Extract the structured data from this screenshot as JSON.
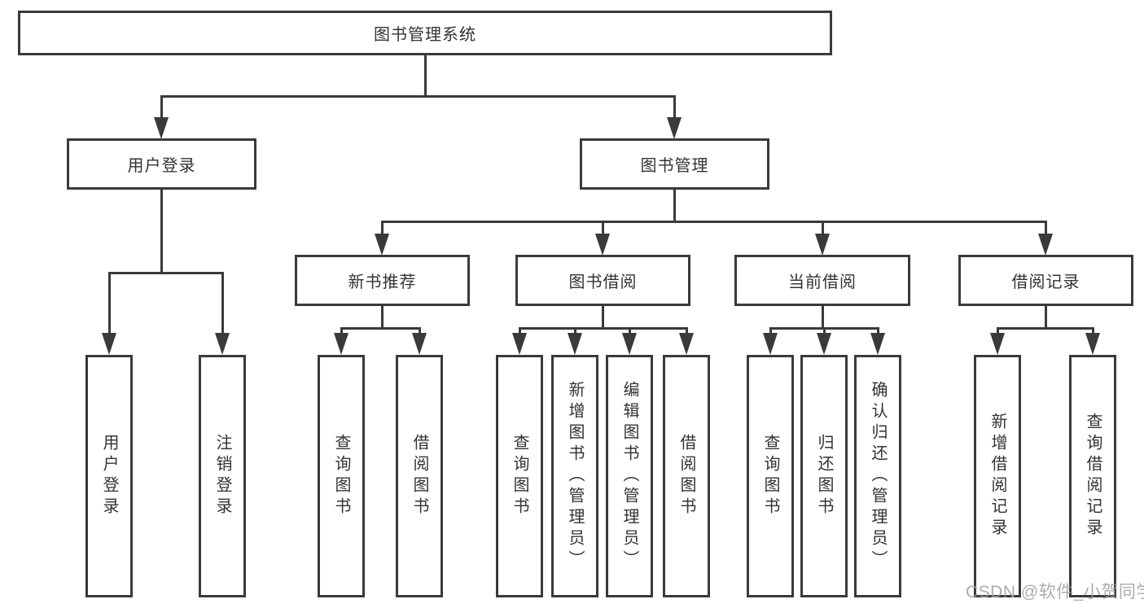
{
  "diagram": {
    "root": {
      "label": "图书管理系统"
    },
    "user_branch": {
      "label": "用户登录",
      "children": [
        {
          "label": "用户登录"
        },
        {
          "label": "注销登录"
        }
      ]
    },
    "book_branch": {
      "label": "图书管理",
      "children": [
        {
          "label": "新书推荐",
          "children": [
            {
              "label": "查询图书"
            },
            {
              "label": "借阅图书"
            }
          ]
        },
        {
          "label": "图书借阅",
          "children": [
            {
              "label": "查询图书"
            },
            {
              "label": "新增图书（管理员）"
            },
            {
              "label": "编辑图书（管理员）"
            },
            {
              "label": "借阅图书"
            }
          ]
        },
        {
          "label": "当前借阅",
          "children": [
            {
              "label": "查询图书"
            },
            {
              "label": "归还图书"
            },
            {
              "label": "确认归还（管理员）"
            }
          ]
        },
        {
          "label": "借阅记录",
          "children": [
            {
              "label": "新增借阅记录"
            },
            {
              "label": "查询借阅记录"
            }
          ]
        }
      ]
    },
    "watermark": "CSDN @软件_小贺同学",
    "colors": {
      "line": "#3a3a3a",
      "text": "#333333",
      "background": "#ffffff",
      "watermark": "#9e9e9e"
    }
  }
}
